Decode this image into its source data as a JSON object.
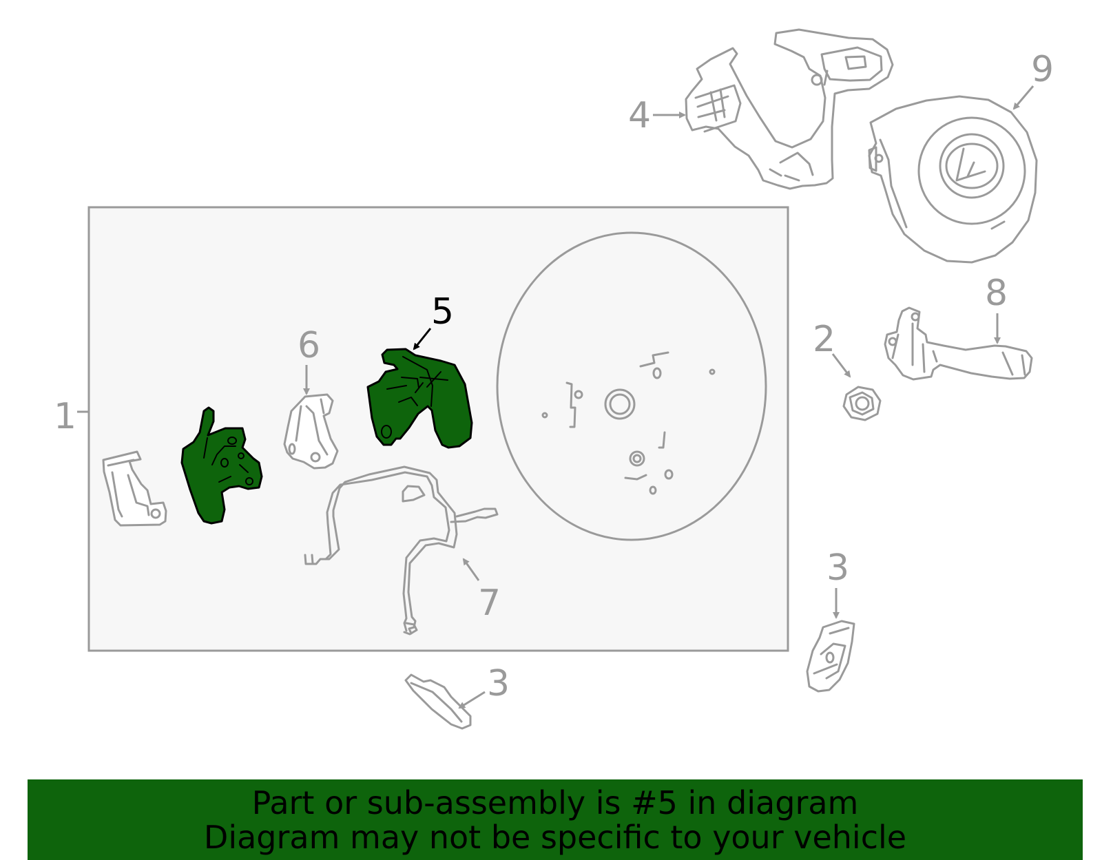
{
  "diagram": {
    "highlight_color": "#0e640c",
    "line_color": "#9a9a9a",
    "highlighted_part": "5",
    "callouts": {
      "c1": "1",
      "c2": "2",
      "c3_bottom": "3",
      "c3_right": "3",
      "c4": "4",
      "c5": "5",
      "c6": "6",
      "c7": "7",
      "c8": "8",
      "c9": "9"
    }
  },
  "banner": {
    "line1": "Part or sub-assembly is #5 in diagram",
    "line2": "Diagram may not be specific to your vehicle",
    "background": "#0e640c"
  }
}
